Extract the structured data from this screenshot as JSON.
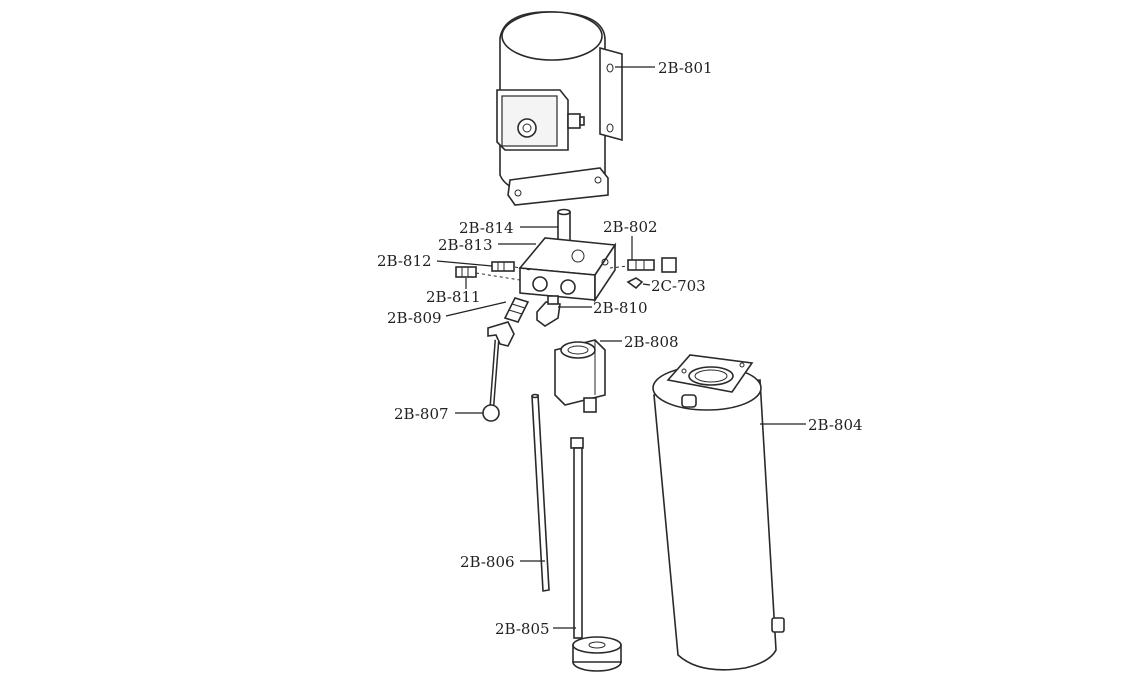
{
  "labels": {
    "p801": "2B-801",
    "p802": "2B-802",
    "p703": "2C-703",
    "p804": "2B-804",
    "p805": "2B-805",
    "p806": "2B-806",
    "p807": "2B-807",
    "p808": "2B-808",
    "p809": "2B-809",
    "p810": "2B-810",
    "p811": "2B-811",
    "p812": "2B-812",
    "p813": "2B-813",
    "p814": "2B-814"
  }
}
